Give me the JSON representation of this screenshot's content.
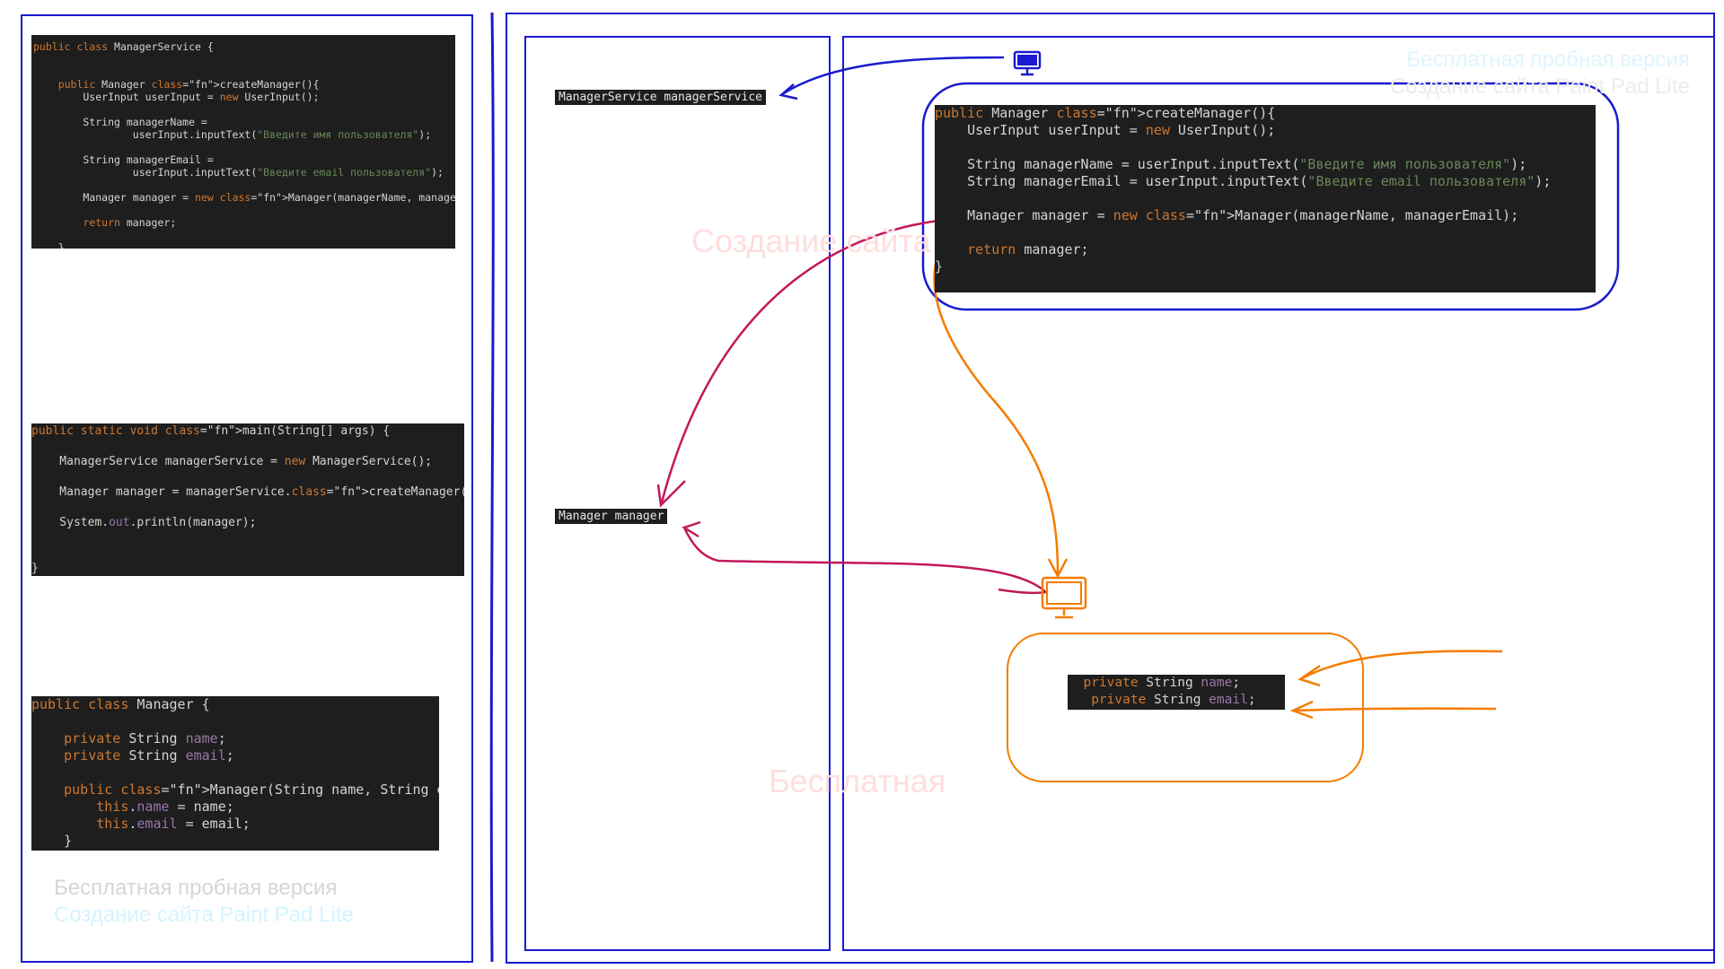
{
  "colors": {
    "frame_blue": "#1a1ad0",
    "arrow_magenta": "#c2185b",
    "arrow_orange": "#f57c00",
    "code_bg": "#1e1e1e"
  },
  "left_panel": {
    "service_code": [
      "public class ManagerService {",
      "",
      "",
      "    public Manager createManager(){",
      "        UserInput userInput = new UserInput();",
      "",
      "        String managerName =",
      "                userInput.inputText(\"Введите имя пользователя\");",
      "",
      "        String managerEmail =",
      "                userInput.inputText(\"Введите email пользователя\");",
      "",
      "        Manager manager = new Manager(managerName, managerEmail);",
      "",
      "        return manager;",
      "",
      "    }"
    ],
    "main_code": [
      "public static void main(String[] args) {",
      "",
      "    ManagerService managerService = new ManagerService();",
      "",
      "    Manager manager = managerService.createManager();",
      "",
      "    System.out.println(manager);",
      "",
      "",
      "}"
    ],
    "manager_code": [
      "public class Manager {",
      "",
      "    private String name;",
      "    private String email;",
      "",
      "    public Manager(String name, String email) {",
      "        this.name = name;",
      "        this.email = email;",
      "    }"
    ]
  },
  "stack_panel": {
    "service_var": "ManagerService managerService",
    "manager_var": "Manager manager"
  },
  "heap_panel": {
    "method_code": [
      "public Manager createManager(){",
      "    UserInput userInput = new UserInput();",
      "",
      "    String managerName = userInput.inputText(\"Введите имя пользователя\");",
      "    String managerEmail = userInput.inputText(\"Введите email пользователя\");",
      "",
      "    Manager manager = new Manager(managerName, managerEmail);",
      "",
      "    return manager;",
      "}"
    ],
    "fields_code": [
      "  private String name;",
      "   private String email;"
    ],
    "icons": [
      "monitor-icon-blue",
      "monitor-icon-orange"
    ]
  },
  "watermarks": [
    {
      "line1": "Бесплатная пробная версия",
      "line2": "Создание сайта Paint Pad Lite"
    },
    {
      "line1": "Бесплатная пробная версия",
      "line2": "Создание сайта Paint Pad Lite"
    },
    {
      "line1": "Создание сайта Paint Pad Lite"
    },
    {
      "line1": "Бесплатная"
    }
  ]
}
